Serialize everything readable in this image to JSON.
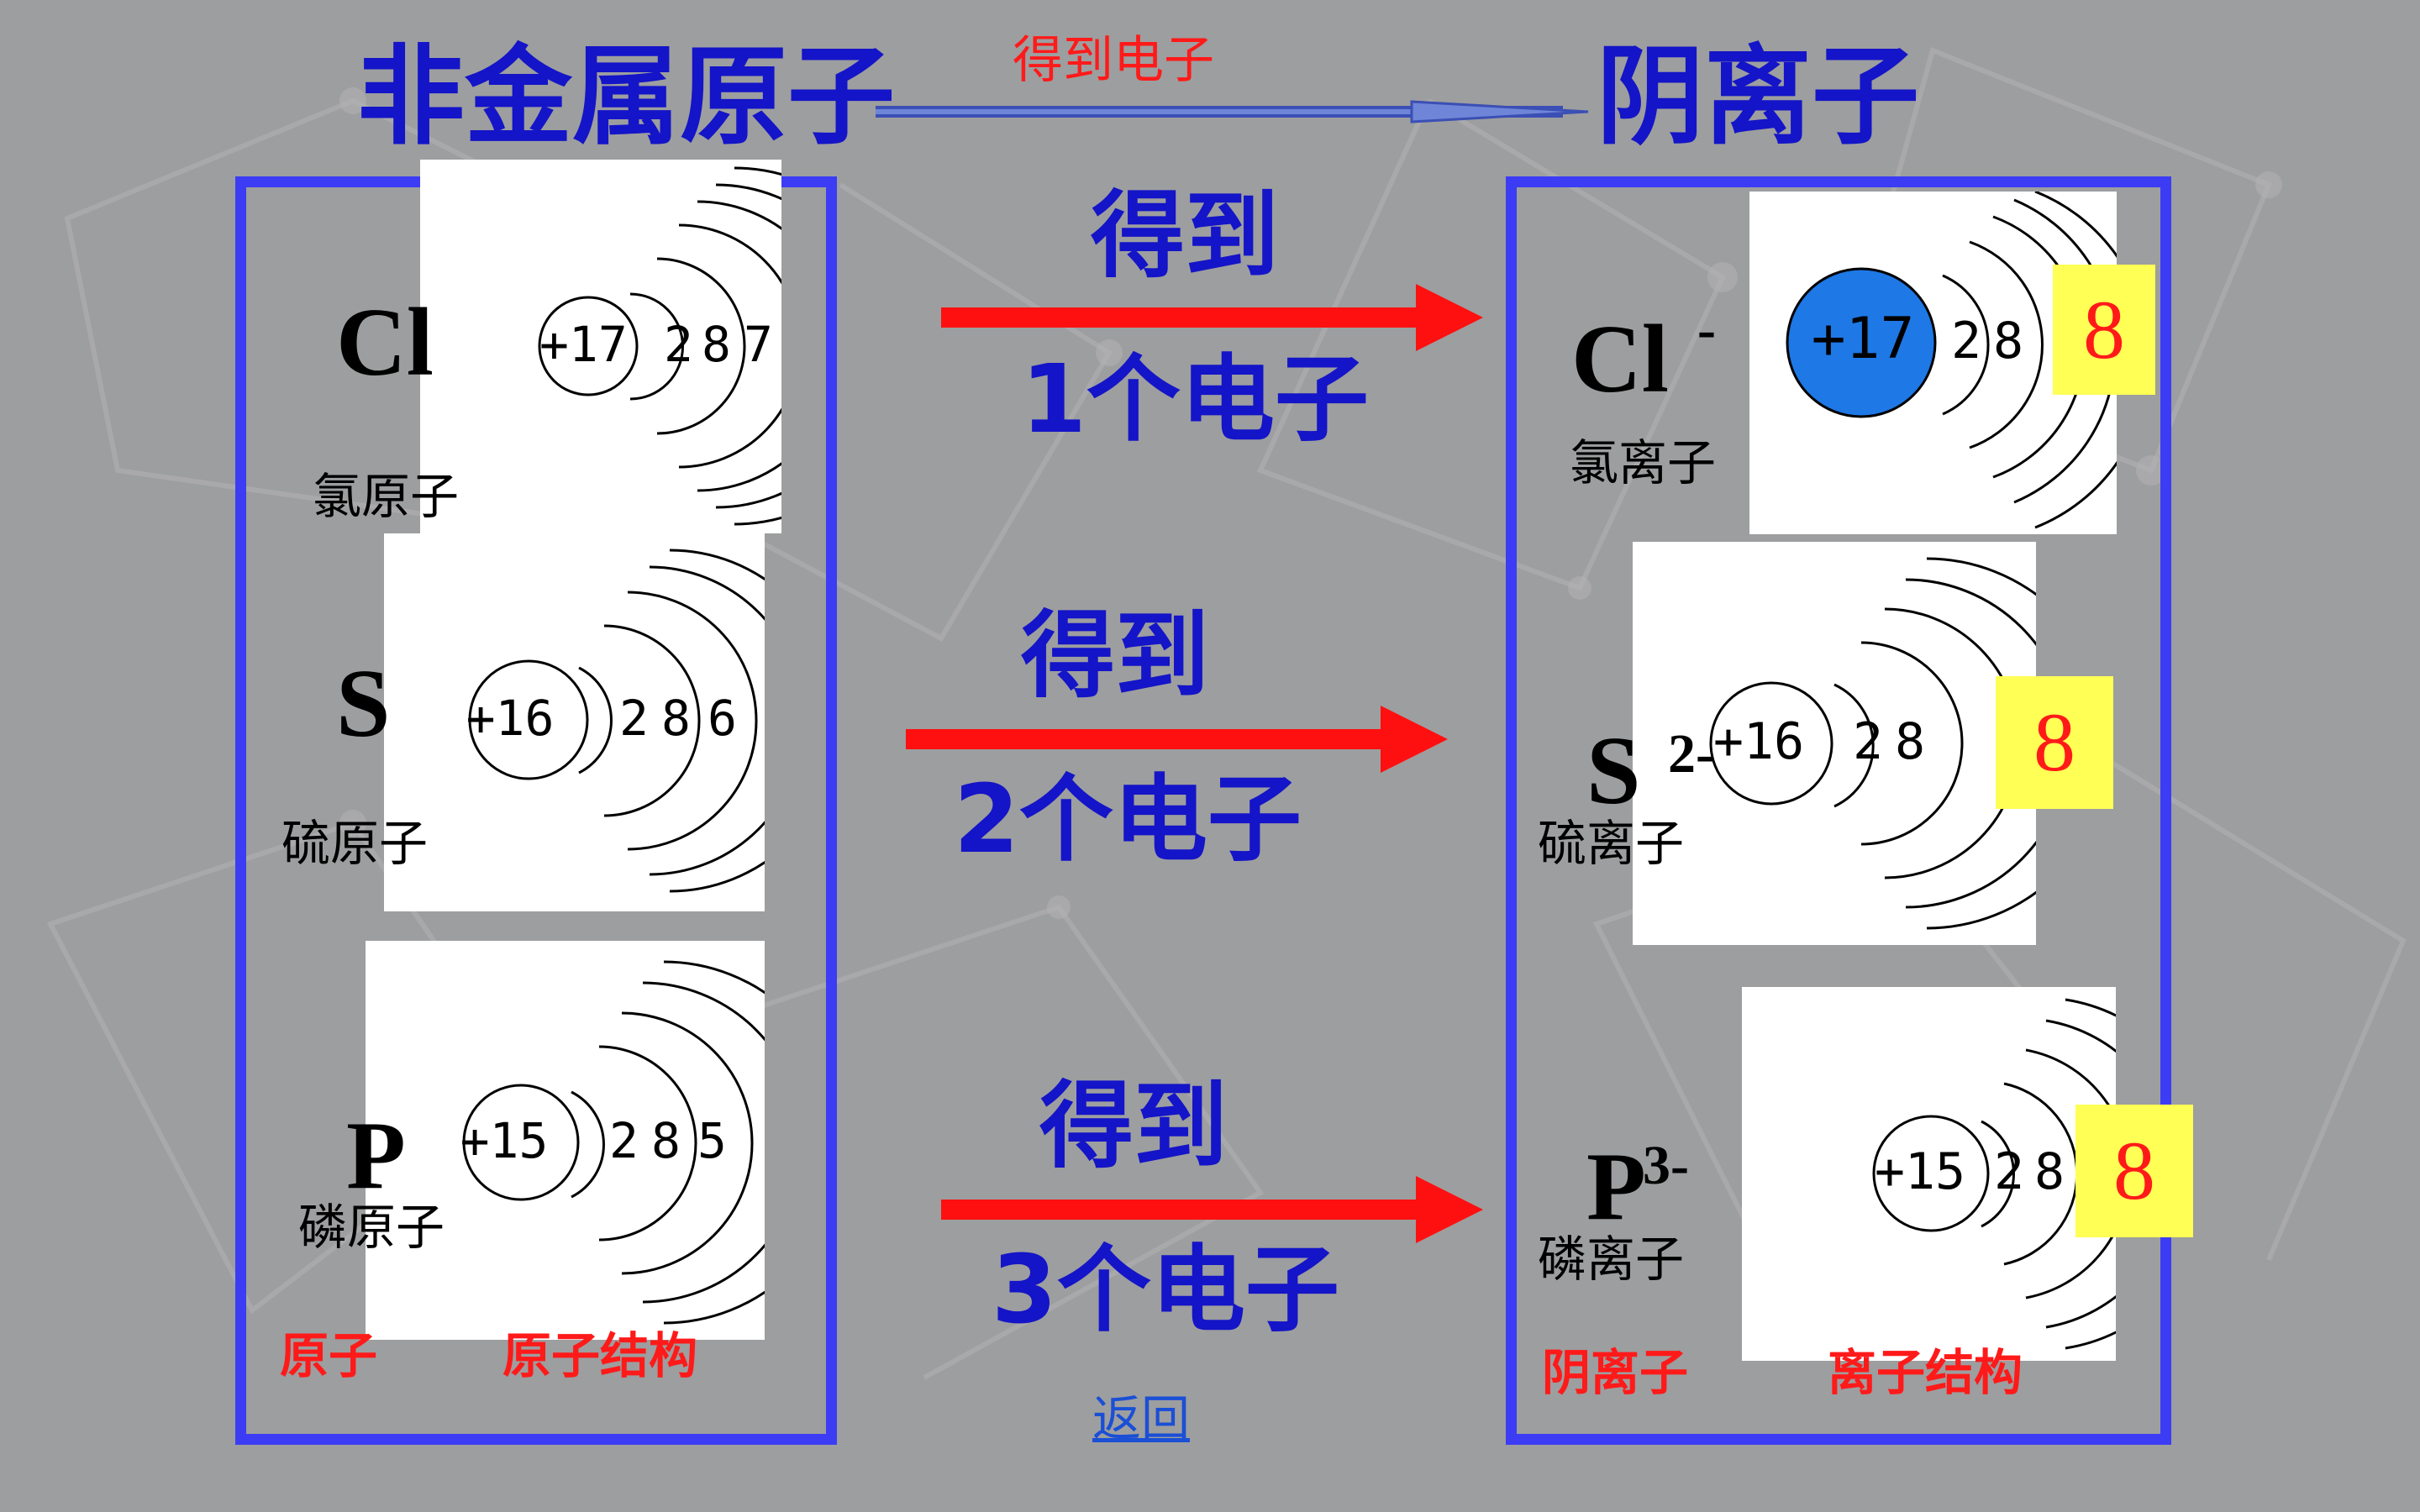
{
  "header": {
    "left_title": "非金属原子",
    "arrow_label": "得到电子",
    "right_title": "阴离子"
  },
  "atoms": [
    {
      "symbol": "Cl",
      "name": "氯原子",
      "nucleus": "+17",
      "shells": [
        "2",
        "8",
        "7"
      ]
    },
    {
      "symbol": "S",
      "name": "硫原子",
      "nucleus": "+16",
      "shells": [
        "2",
        "8",
        "6"
      ]
    },
    {
      "symbol": "P",
      "name": "磷原子",
      "nucleus": "+15",
      "shells": [
        "2",
        "8",
        "5"
      ]
    }
  ],
  "gains": [
    {
      "top": "得到",
      "bottom": "1个电子"
    },
    {
      "top": "得到",
      "bottom": "2个电子"
    },
    {
      "top": "得到",
      "bottom": "3个电子"
    }
  ],
  "ions": [
    {
      "symbol": "Cl",
      "charge": "-",
      "name": "氯离子",
      "nucleus": "+17",
      "shells": [
        "2",
        "8"
      ],
      "outer": "8"
    },
    {
      "symbol": "S",
      "charge": "2-",
      "name": "硫离子",
      "nucleus": "+16",
      "shells": [
        "2",
        "8"
      ],
      "outer": "8"
    },
    {
      "symbol": "P",
      "charge": "3-",
      "name": "磷离子",
      "nucleus": "+15",
      "shells": [
        "2",
        "8"
      ],
      "outer": "8"
    }
  ],
  "left_footer": {
    "label1": "原子",
    "label2": "原子结构"
  },
  "right_footer": {
    "label1": "阴离子",
    "label2": "离子结构"
  },
  "back_link": "返回",
  "colors": {
    "background": "#9d9e9f",
    "frame": "#3c3cf5",
    "title": "#1414c8",
    "red": "#ff1a1a",
    "highlight": "#ffff55",
    "nucleus_fill": "#1e78e6"
  }
}
